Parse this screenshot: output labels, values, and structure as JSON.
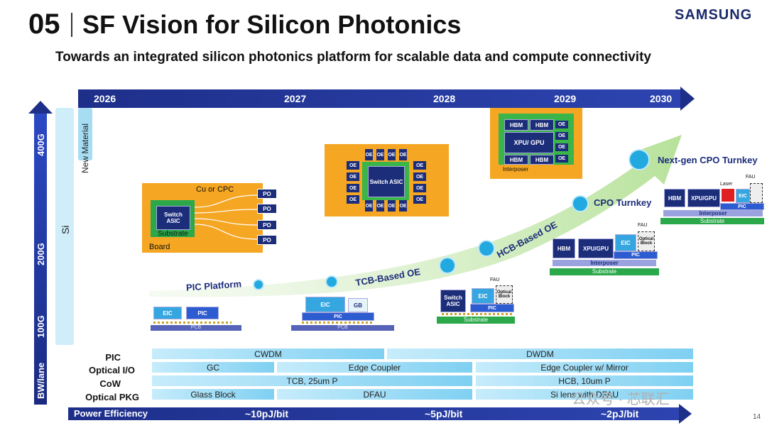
{
  "header": {
    "slide_number": "05",
    "title": "SF Vision for Silicon Photonics",
    "brand": "SAMSUNG",
    "subtitle": "Towards an integrated silicon photonics platform for scalable data and compute connectivity"
  },
  "timeline": {
    "years": [
      "2026",
      "2027",
      "2028",
      "2029",
      "2030"
    ]
  },
  "bandwidth_axis": {
    "label": "BW/lane",
    "levels": [
      "100G",
      "200G",
      "400G"
    ]
  },
  "materials": {
    "si": "Si",
    "new_material": "New Material"
  },
  "stages": {
    "pic_platform": "PIC Platform",
    "tcb_oe": "TCB-Based OE",
    "hcb_oe": "HCB-Based OE",
    "cpo_turnkey": "CPO Turnkey",
    "next_gen": "Next-gen CPO Turnkey"
  },
  "board_diagram": {
    "cu_cpc": "Cu or CPC",
    "switch_asic": "Switch ASIC",
    "substrate": "Substrate",
    "board": "Board",
    "po": "PO"
  },
  "asic_diagram": {
    "switch_asic": "Switch ASIC",
    "oe": "OE"
  },
  "xpu_diagram": {
    "hbm": "HBM",
    "xpu_gpu": "XPU/ GPU",
    "oe": "OE",
    "interposer": "Interposer"
  },
  "packages": {
    "p1": {
      "eic": "EIC",
      "pic": "PIC",
      "pcb": "PCB"
    },
    "p2": {
      "eic": "EIC",
      "gb": "GB",
      "pic": "PIC",
      "pcb": "PCB"
    },
    "p3": {
      "switch_asic": "Switch ASIC",
      "eic": "EIC",
      "fau": "FAU",
      "optical_block": "Optical Block",
      "pic": "PIC",
      "substrate": "Substrate"
    },
    "p4": {
      "hbm": "HBM",
      "xpu": "XPU/GPU",
      "eic": "EIC",
      "fau": "FAU",
      "optical_block": "Optical Block",
      "pic": "PIC",
      "interposer": "Interposer",
      "substrate": "Substrate"
    },
    "p5": {
      "hbm": "HBM",
      "xpu": "XPU/GPU",
      "laser": "Laser",
      "eic": "EIC",
      "fau": "FAU",
      "pic": "PIC",
      "interposer": "Interposer",
      "substrate": "Substrate"
    }
  },
  "roadmap": {
    "rows": [
      {
        "label": "PIC",
        "cells": [
          "CWDM",
          "DWDM"
        ]
      },
      {
        "label": "Optical I/O",
        "cells": [
          "GC",
          "Edge Coupler",
          "Edge Coupler w/ Mirror"
        ]
      },
      {
        "label": "CoW",
        "cells": [
          "TCB, 25um P",
          "HCB, 10um P"
        ]
      },
      {
        "label": "Optical PKG",
        "cells": [
          "Glass Block",
          "DFAU",
          "Si lens with DFAU"
        ]
      }
    ]
  },
  "efficiency": {
    "label": "Power Efficiency",
    "values": [
      "~10pJ/bit",
      "~5pJ/bit",
      "~2pJ/bit"
    ]
  },
  "watermark": "公众号 · 芯联汇",
  "page_number": "14",
  "colors": {
    "navy": "#1e2f8a",
    "orange": "#f5a623",
    "cyan": "#22a9e0",
    "green": "#39b54a"
  }
}
